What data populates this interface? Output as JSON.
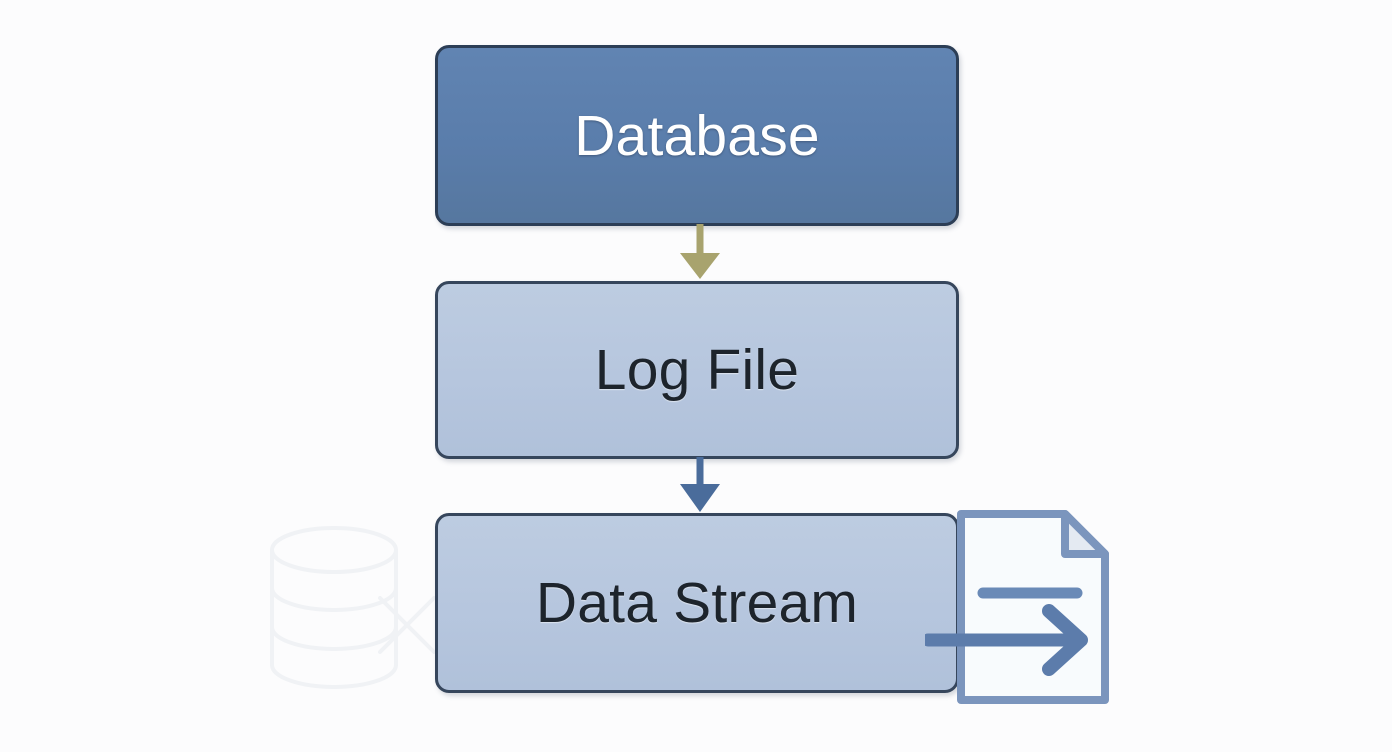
{
  "diagram": {
    "title": "Database to Log File to Data Stream flow",
    "background_color": "#fcfcfd",
    "nodes": [
      {
        "id": "database",
        "label": "Database",
        "fill_color": "#5a7dab",
        "border_color": "#2c3e56",
        "text_color": "#ffffff"
      },
      {
        "id": "log-file",
        "label": "Log File",
        "fill_color": "#b6c6de",
        "border_color": "#36465c",
        "text_color": "#1d242c"
      },
      {
        "id": "data-stream",
        "label": "Data Stream",
        "fill_color": "#b6c6de",
        "border_color": "#36465c",
        "text_color": "#1d242c"
      }
    ],
    "connectors": [
      {
        "id": "database-to-log-file",
        "from": "database",
        "to": "log-file",
        "direction": "down",
        "color": "#a8a36e"
      },
      {
        "id": "log-file-to-data-stream",
        "from": "log-file",
        "to": "data-stream",
        "direction": "down",
        "color": "#4a6c9b"
      }
    ],
    "icons": [
      {
        "id": "document-export-icon",
        "name": "document-with-arrow-icon",
        "stroke_color": "#7b95bd",
        "fill_color": "#f8fbfd",
        "accent_color": "#5c7cab"
      },
      {
        "id": "database-watermark",
        "name": "database-cylinder-watermark-icon",
        "stroke_color": "#f1f3f6"
      }
    ]
  }
}
